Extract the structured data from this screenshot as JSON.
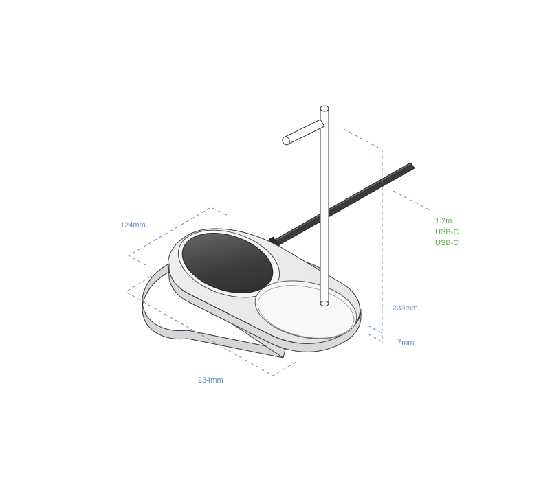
{
  "dimensions": {
    "depth": "124mm",
    "width": "234mm",
    "height": "233mm",
    "base_thickness": "7mm"
  },
  "cable": {
    "length": "1.2m",
    "connector_a": "USB-C",
    "connector_b": "USB-C"
  },
  "colors": {
    "dimension_blue": "#5b8fc7",
    "cable_green": "#5bb04a",
    "outline": "#333333",
    "charging_pad_dark": "#2f2f2f",
    "charging_pad_light": "#6e6e6e",
    "base_fill": "#ececec"
  }
}
